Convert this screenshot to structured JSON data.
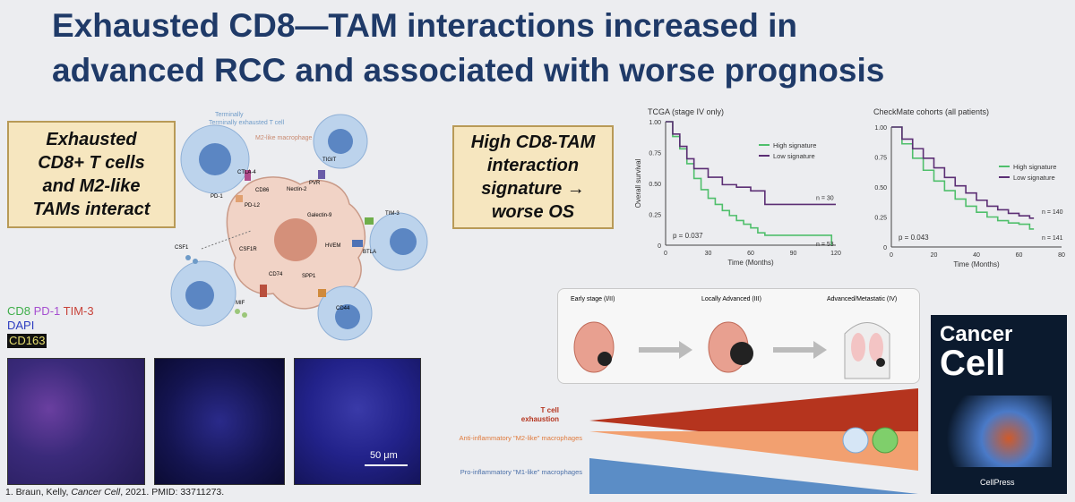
{
  "title": {
    "line1": "Exhausted CD8—TAM interactions increased in",
    "line2": "advanced RCC and associated with worse prognosis"
  },
  "callout_left": {
    "lines": [
      "Exhausted",
      "CD8+ T cells",
      "and M2-like",
      "TAMs interact"
    ]
  },
  "callout_right": {
    "lines": [
      "High CD8-TAM",
      "interaction",
      "signature →",
      "worse OS"
    ]
  },
  "diagram": {
    "t_cell_label": "Terminally exhausted T cell",
    "macrophage_label": "M2-like macrophage",
    "molecules": [
      "CTLA-4",
      "CD86",
      "PD-1",
      "PD-L2",
      "Nectin-2",
      "PVR",
      "TIGIT",
      "Galectin-9",
      "TIM-3",
      "HVEM",
      "BTLA",
      "CSF1",
      "CSF1R",
      "CD74",
      "SPP1",
      "MIF",
      "CD44"
    ]
  },
  "stain_legend": {
    "cd8": "CD8",
    "pd1": "PD-1",
    "tim3": "TIM-3",
    "dapi": "DAPI",
    "cd163": "CD163",
    "colors": {
      "cd8": "#3fae4a",
      "pd1": "#a64fd0",
      "tim3": "#c8433a",
      "dapi": "#2c3cc0",
      "cd163": "#e8e070"
    }
  },
  "scale_bar": "50 μm",
  "reference": {
    "prefix": "1. Braun, Kelly, ",
    "journal": "Cancer Cell",
    "suffix": ", 2021. PMID: 33711273."
  },
  "stage_panel": {
    "stages": [
      "Early stage (I/II)",
      "Locally Advanced (III)",
      "Advanced/Metastatic (IV)"
    ],
    "gradients": [
      {
        "label": "T cell exhaustion",
        "color": "#b5341e"
      },
      {
        "label": "Anti-inflammatory \"M2-like\" macrophages",
        "color": "#f2a070"
      },
      {
        "label": "Pro-inflammatory \"M1-like\" macrophages",
        "color": "#5b8dc6"
      }
    ]
  },
  "cover": {
    "title1": "Cancer",
    "title2": "Cell",
    "publisher": "CellPress"
  },
  "chart_data": [
    {
      "type": "line",
      "title": "TCGA (stage IV only)",
      "xlabel": "Time (Months)",
      "ylabel": "Overall survival",
      "xlim": [
        0,
        120
      ],
      "ylim": [
        0,
        1
      ],
      "xticks": [
        0,
        30,
        60,
        90,
        120
      ],
      "yticks": [
        0,
        0.25,
        0.5,
        0.75,
        1.0
      ],
      "ytick_labels": [
        "0",
        "0.25",
        "0.50",
        "0.75",
        "1.00"
      ],
      "legend": "top-right",
      "annotation": "p = 0.037",
      "series": [
        {
          "name": "High signature",
          "color": "#4fbf6b",
          "n_label": "n = 53",
          "x": [
            0,
            5,
            10,
            15,
            20,
            25,
            30,
            35,
            40,
            45,
            50,
            55,
            60,
            65,
            70,
            80,
            90,
            100,
            110,
            117,
            117
          ],
          "y": [
            1.0,
            0.88,
            0.78,
            0.66,
            0.54,
            0.45,
            0.38,
            0.33,
            0.28,
            0.24,
            0.2,
            0.17,
            0.14,
            0.1,
            0.08,
            0.08,
            0.08,
            0.08,
            0.08,
            0.08,
            0.0
          ]
        },
        {
          "name": "Low signature",
          "color": "#5b2e74",
          "n_label": "n = 30",
          "x": [
            0,
            5,
            10,
            15,
            20,
            30,
            40,
            50,
            60,
            70,
            80,
            90,
            100,
            110,
            120
          ],
          "y": [
            1.0,
            0.9,
            0.8,
            0.7,
            0.62,
            0.55,
            0.49,
            0.47,
            0.44,
            0.33,
            0.33,
            0.33,
            0.33,
            0.33,
            0.33
          ]
        }
      ]
    },
    {
      "type": "line",
      "title": "CheckMate cohorts (all patients)",
      "xlabel": "Time (Months)",
      "ylabel": "",
      "xlim": [
        0,
        80
      ],
      "ylim": [
        0,
        1
      ],
      "xticks": [
        0,
        20,
        40,
        60,
        80
      ],
      "yticks": [
        0,
        0.25,
        0.5,
        0.75,
        1.0
      ],
      "ytick_labels": [
        "0",
        "0.25",
        "0.50",
        "0.75",
        "1.00"
      ],
      "legend": "right",
      "annotation": "p = 0.043",
      "series": [
        {
          "name": "High signature",
          "color": "#4fbf6b",
          "n_label": "n = 141",
          "x": [
            0,
            5,
            10,
            15,
            20,
            25,
            30,
            35,
            40,
            45,
            50,
            55,
            60,
            65,
            67
          ],
          "y": [
            1.0,
            0.86,
            0.74,
            0.64,
            0.55,
            0.47,
            0.4,
            0.34,
            0.29,
            0.25,
            0.22,
            0.2,
            0.19,
            0.15,
            0.15
          ]
        },
        {
          "name": "Low signature",
          "color": "#5b2e74",
          "n_label": "n = 140",
          "x": [
            0,
            5,
            10,
            15,
            20,
            25,
            30,
            35,
            40,
            45,
            50,
            55,
            60,
            65,
            67
          ],
          "y": [
            1.0,
            0.9,
            0.82,
            0.74,
            0.66,
            0.58,
            0.51,
            0.45,
            0.39,
            0.34,
            0.31,
            0.28,
            0.26,
            0.24,
            0.24
          ]
        }
      ]
    }
  ]
}
